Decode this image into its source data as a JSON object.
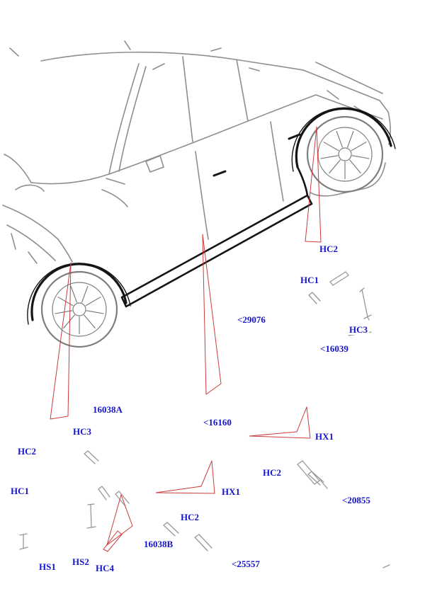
{
  "page": {
    "background": "#ffffff"
  },
  "artwork": {
    "sketch_color": "#8e8e8e",
    "moulding_color": "#141414",
    "leader_color": "#cc3b3b",
    "label_color": "#1414cc",
    "description": "Side view line sketch of SUV with black rocker moulding and wheel-arch flares, red leader callouts, grey fastener clips"
  },
  "labels": [
    {
      "text": "HC2"
    },
    {
      "text": "HC1"
    },
    {
      "text": "HC3"
    },
    {
      "text": "<16039"
    },
    {
      "text": "<29076"
    },
    {
      "text": "16038A"
    },
    {
      "text": "HC3"
    },
    {
      "text": "HC2"
    },
    {
      "text": "HC1"
    },
    {
      "text": "<16160"
    },
    {
      "text": "HX1"
    },
    {
      "text": "HC2"
    },
    {
      "text": "HX1"
    },
    {
      "text": "HC2"
    },
    {
      "text": "<20855"
    },
    {
      "text": "16038B"
    },
    {
      "text": "HS1"
    },
    {
      "text": "HS2"
    },
    {
      "text": "HC4"
    },
    {
      "text": "<25557"
    }
  ]
}
